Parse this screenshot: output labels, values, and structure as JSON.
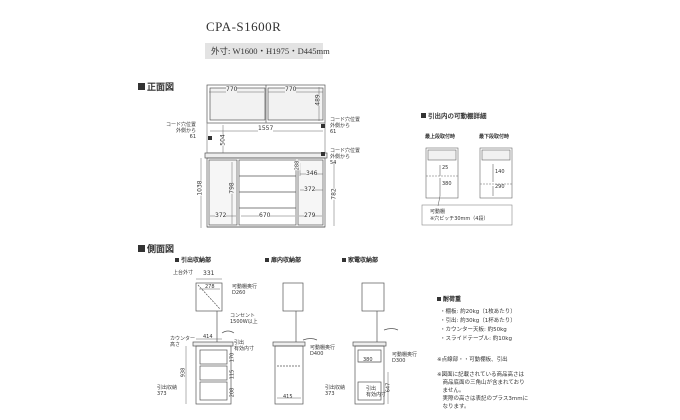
{
  "model": "CPA-S1600R",
  "outer_dims": "外寸: W1600・H1975・D445mm",
  "front": {
    "title": "正面図",
    "dims": {
      "top_left": "770",
      "top_right": "770",
      "top_height": "489",
      "width_inner": "1557",
      "mid_height": "504",
      "total_height": "1038",
      "left_lower": "798",
      "right_lower": "782",
      "bottom_left": "372",
      "bottom_mid": "670",
      "bottom_right": "279",
      "right_372": "372",
      "right_346": "346",
      "right_288": "288"
    },
    "cord_left_label": "コード穴位置\n外側から\n61",
    "cord_right_top_label": "コード穴位置\n外側から\n61",
    "cord_right_mid_label": "コード穴位置\n外側から\n54"
  },
  "shelf_detail": {
    "title": "引出内の可動棚詳細",
    "top_label": "最上段取付時",
    "bottom_label": "最下段取付時",
    "left_dims": [
      "25",
      "380"
    ],
    "right_dims": [
      "140",
      "290"
    ],
    "note": "可動棚\n※穴ピッチ30mm（4段）"
  },
  "side": {
    "title": "側面図",
    "drawer_label": "引出収納部",
    "inner_label": "扉内収納部",
    "appliance_label": "家電収納部",
    "top_331": "331",
    "top_label": "上台外寸",
    "depth_label": "可動棚奥行\nD260",
    "depth_278": "278",
    "consent": "コンセント\n1500W以上",
    "counter_label": "カウンター\n高さ",
    "d414": "414",
    "slide_label": "引出\n有効内寸",
    "shelf_d400": "可動棚奥行\nD400",
    "shelf_d300": "可動棚奥行\nD300",
    "v938": "938",
    "v170": "170",
    "v115": "115",
    "v208": "208",
    "v373": "373",
    "bottom_415": "415",
    "v380": "380",
    "v647": "647",
    "drawer_dim": "引出収納\n373",
    "slide2": "引出\n有効内寸"
  },
  "specs": {
    "title": "耐荷重",
    "lines": [
      "・棚板: 約20kg（1枚あたり）",
      "・引出: 約30kg（1杯あたり）",
      "・カウンター天板: 約50kg",
      "・スライドテーブル: 約10kg"
    ],
    "legend": "※点線部・・可動棚板、引出",
    "notes": [
      "※図面に記載されている商品高さは",
      "　商品底面の三角山が含まれており",
      "　ません。",
      "　実際の高さは表記のプラス3mmに",
      "　なります。"
    ]
  }
}
